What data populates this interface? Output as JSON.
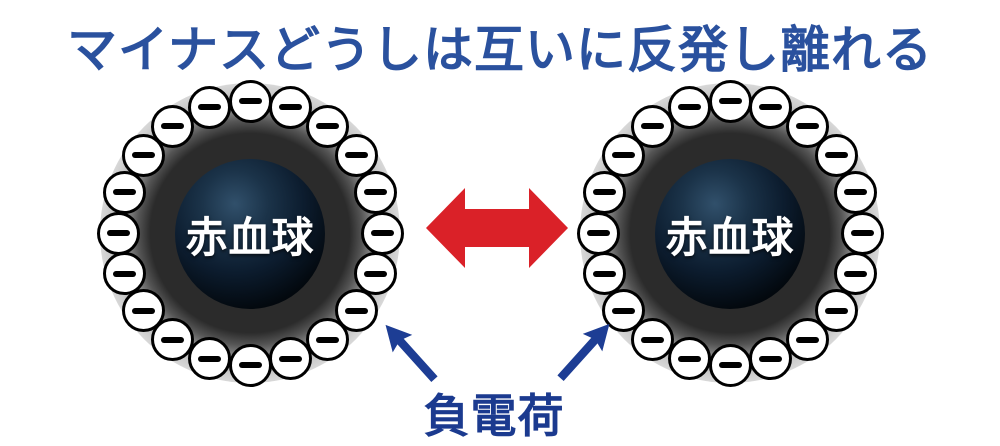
{
  "title": {
    "text": "マイナスどうしは互いに反発し離れる",
    "color": "#2a519e"
  },
  "cells": [
    {
      "label": "赤血球",
      "charge_symbol": "−",
      "charge_count": 20
    },
    {
      "label": "赤血球",
      "charge_symbol": "−",
      "charge_count": 20
    }
  ],
  "repulsion_arrow": {
    "color": "#da2128",
    "direction": "left-right"
  },
  "pointer_arrows": {
    "color": "#1d3d94",
    "count": 2
  },
  "charge_label": {
    "text": "負電荷",
    "color": "#1b3a8f"
  },
  "bead_style": {
    "fill": "#ffffff",
    "border": "#000000",
    "minus_color": "#000000"
  }
}
